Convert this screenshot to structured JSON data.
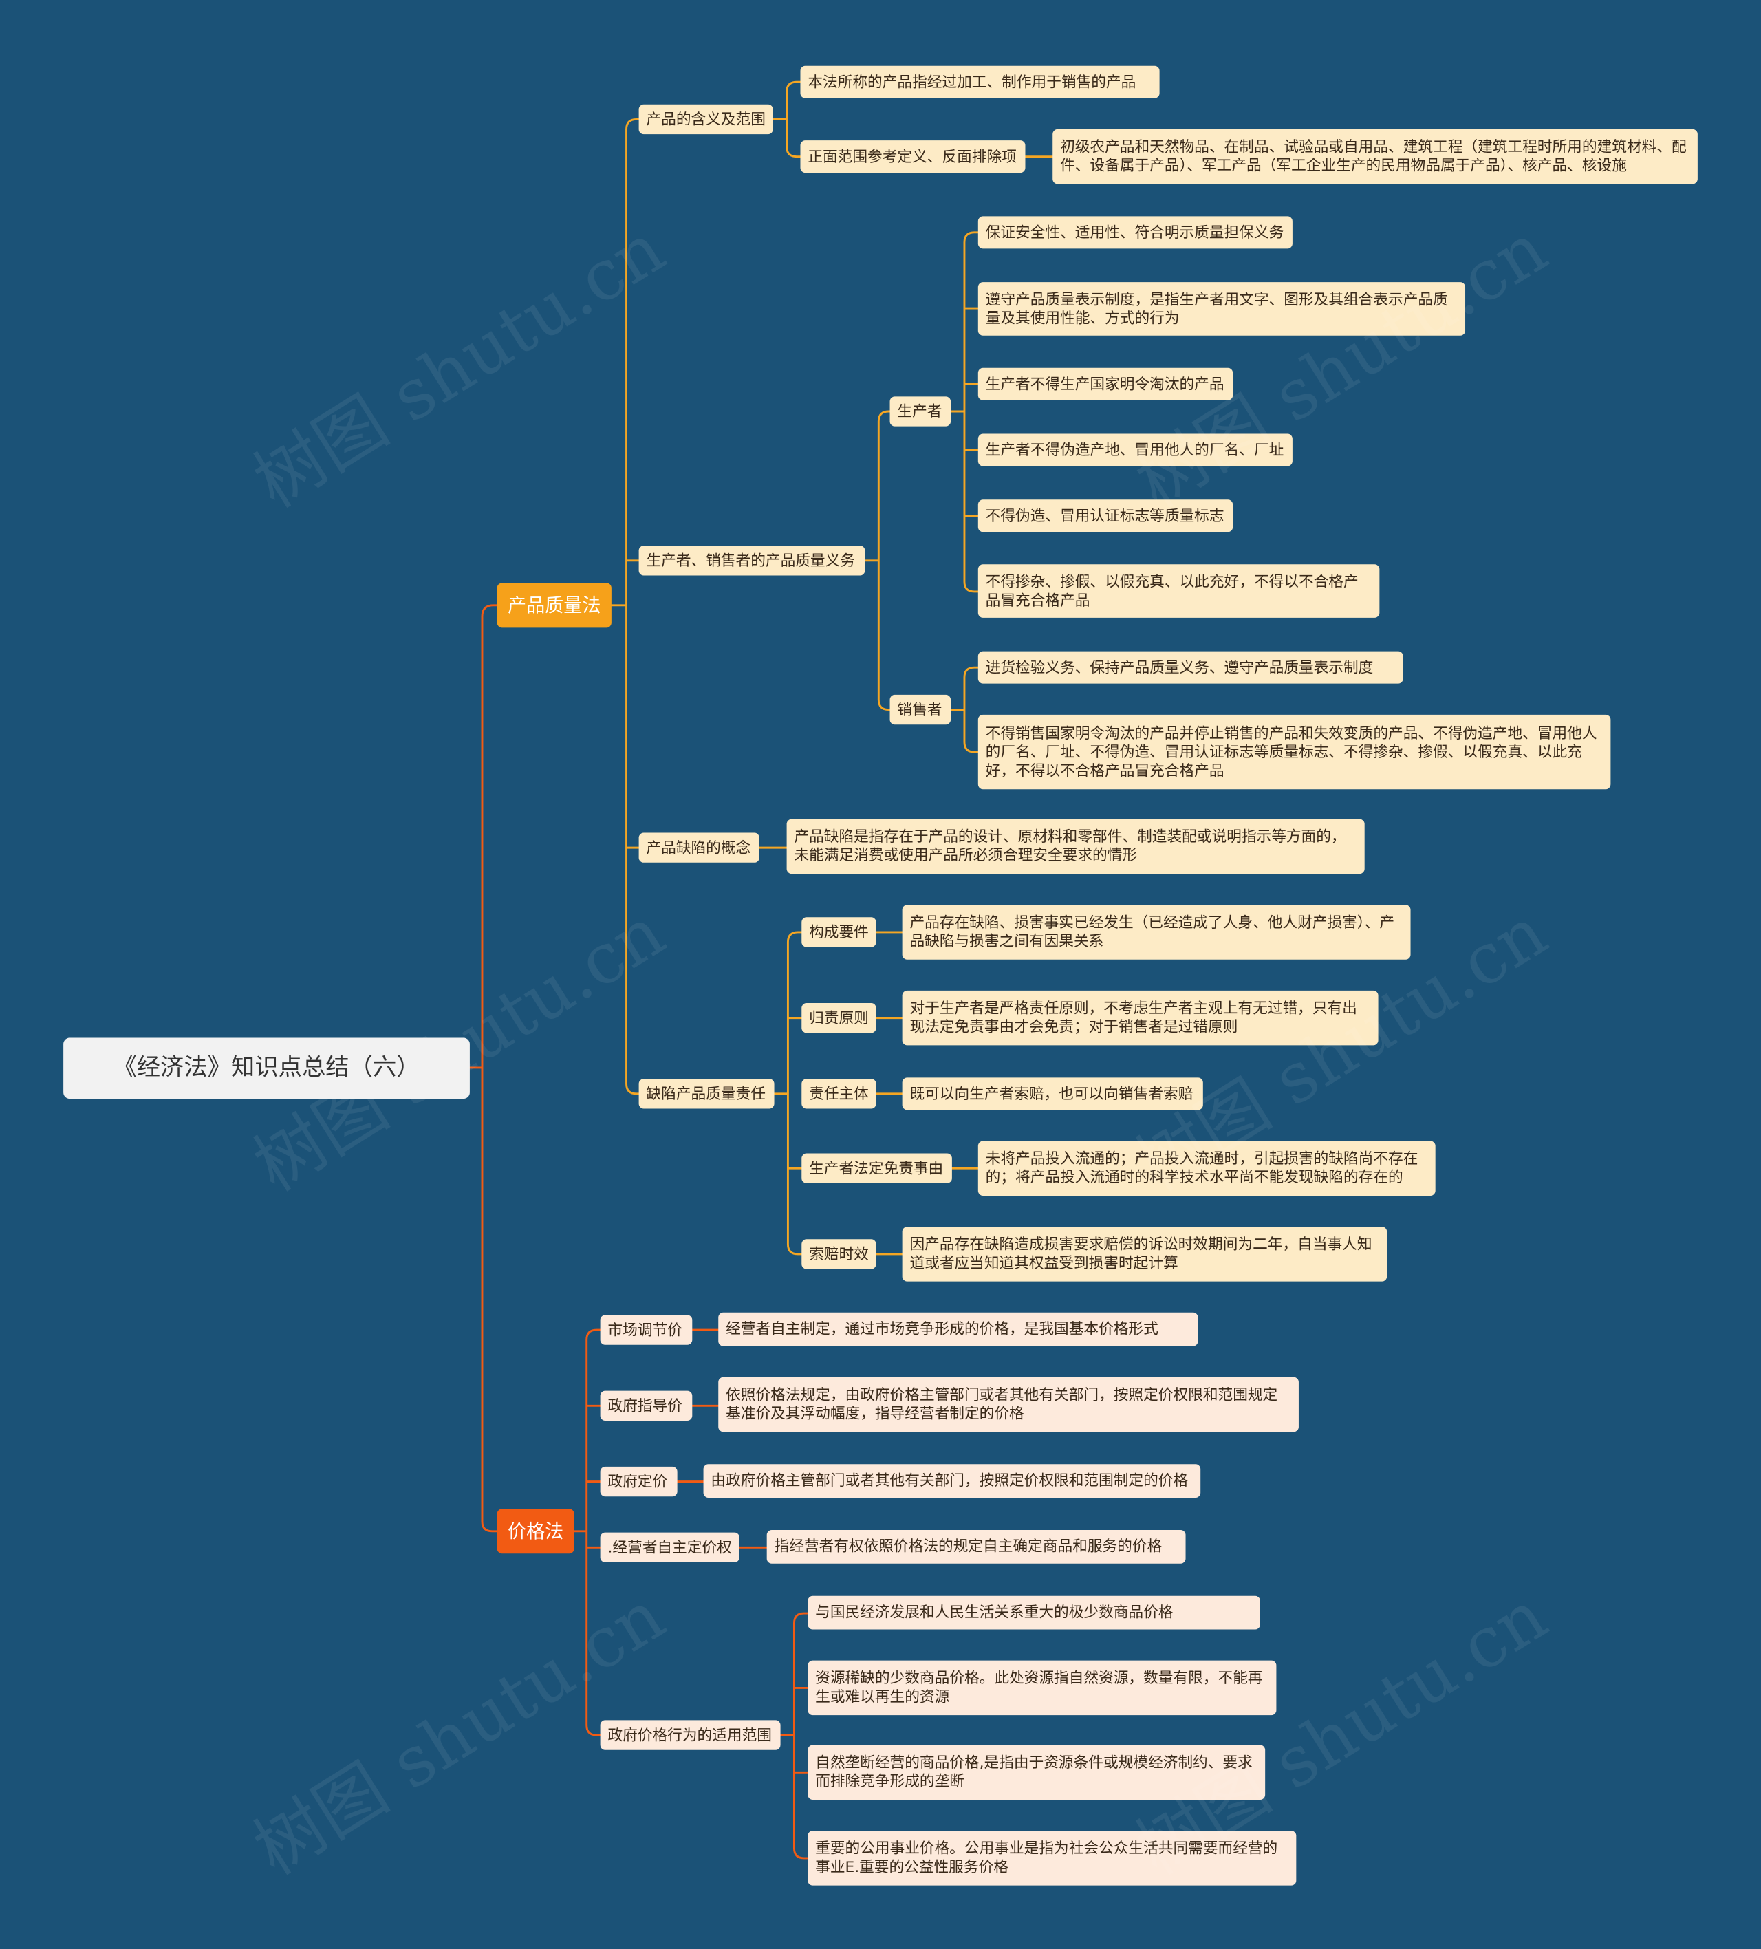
{
  "watermark": "树图 shutu.cn",
  "colors": {
    "background": "#1b5277",
    "line_quality": "#f5a623",
    "line_price": "#f25b13",
    "branch_quality": "#f6a11a",
    "branch_price": "#f25b13",
    "leaf_quality": "#fdebc6",
    "leaf_price": "#fdeadc"
  },
  "root": "《经济法》知识点总结（六）",
  "quality": {
    "title": "产品质量法",
    "scope": {
      "title": "产品的含义及范围",
      "def": "本法所称的产品指经过加工、制作用于销售的产品",
      "ref": "正面范围参考定义、反面排除项",
      "ref_detail": "初级农产品和天然物品、在制品、试验品或自用品、建筑工程（建筑工程时所用的建筑材料、配件、设备属于产品）、军工产品（军工企业生产的民用物品属于产品）、核产品、核设施"
    },
    "duty": {
      "title": "生产者、销售者的产品质量义务",
      "producer": {
        "title": "生产者",
        "items": [
          "保证安全性、适用性、符合明示质量担保义务",
          "遵守产品质量表示制度，是指生产者用文字、图形及其组合表示产品质量及其使用性能、方式的行为",
          "生产者不得生产国家明令淘汰的产品",
          "生产者不得伪造产地、冒用他人的厂名、厂址",
          "不得伪造、冒用认证标志等质量标志",
          "不得掺杂、掺假、以假充真、以此充好，不得以不合格产品冒充合格产品"
        ]
      },
      "seller": {
        "title": "销售者",
        "items": [
          "进货检验义务、保持产品质量义务、遵守产品质量表示制度",
          "不得销售国家明令淘汰的产品并停止销售的产品和失效变质的产品、不得伪造产地、冒用他人的厂名、厂址、不得伪造、冒用认证标志等质量标志、不得掺杂、掺假、以假充真、以此充好，不得以不合格产品冒充合格产品"
        ]
      }
    },
    "defect": {
      "title": "产品缺陷的概念",
      "detail": "产品缺陷是指存在于产品的设计、原材料和零部件、制造装配或说明指示等方面的，未能满足消费或使用产品所必须合理安全要求的情形"
    },
    "liability": {
      "title": "缺陷产品质量责任",
      "items": [
        {
          "label": "构成要件",
          "detail": "产品存在缺陷、损害事实已经发生（已经造成了人身、他人财产损害）、产品缺陷与损害之间有因果关系"
        },
        {
          "label": "归责原则",
          "detail": "对于生产者是严格责任原则，不考虑生产者主观上有无过错，只有出现法定免责事由才会免责；对于销售者是过错原则"
        },
        {
          "label": "责任主体",
          "detail": "既可以向生产者索赔，也可以向销售者索赔"
        },
        {
          "label": "生产者法定免责事由",
          "detail": "未将产品投入流通的；产品投入流通时，引起损害的缺陷尚不存在的；将产品投入流通时的科学技术水平尚不能发现缺陷的存在的"
        },
        {
          "label": "索赔时效",
          "detail": "因产品存在缺陷造成损害要求赔偿的诉讼时效期间为二年，自当事人知道或者应当知道其权益受到损害时起计算"
        }
      ]
    }
  },
  "price": {
    "title": "价格法",
    "items": [
      {
        "label": "市场调节价",
        "detail": "经营者自主制定，通过市场竞争形成的价格，是我国基本价格形式"
      },
      {
        "label": "政府指导价",
        "detail": "依照价格法规定，由政府价格主管部门或者其他有关部门，按照定价权限和范围规定基准价及其浮动幅度，指导经营者制定的价格"
      },
      {
        "label": "政府定价",
        "detail": "由政府价格主管部门或者其他有关部门，按照定价权限和范围制定的价格"
      },
      {
        "label": ".经营者自主定价权",
        "detail": "指经营者有权依照价格法的规定自主确定商品和服务的价格"
      }
    ],
    "scope": {
      "title": "政府价格行为的适用范围",
      "items": [
        "与国民经济发展和人民生活关系重大的极少数商品价格",
        "资源稀缺的少数商品价格。此处资源指自然资源，数量有限，不能再生或难以再生的资源",
        "自然垄断经营的商品价格,是指由于资源条件或规模经济制约、要求而排除竞争形成的垄断",
        "重要的公用事业价格。公用事业是指为社会公众生活共同需要而经营的事业E.重要的公益性服务价格"
      ]
    }
  }
}
